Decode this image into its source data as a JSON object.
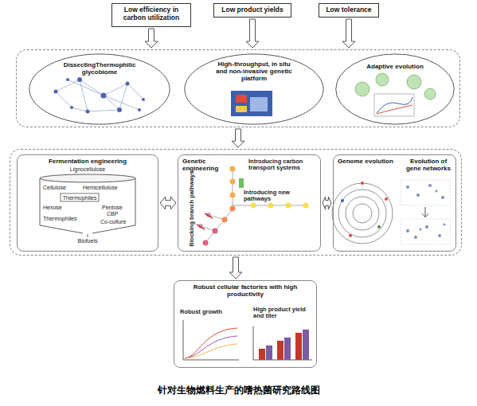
{
  "diagram": {
    "caption": "针对生物燃料生产的嗜热菌研究路线图",
    "nodes": [
      {
        "text": [
          "Low efficiency in carbon utilization"
        ]
      },
      {
        "text": [
          "Low product yields"
        ]
      },
      {
        "text": [
          "Low tolerance"
        ]
      },
      {
        "text": []
      },
      {
        "text": [
          "DissectingThermophilic glycobiome"
        ],
        "in": 3
      },
      {
        "text": [
          "High-throughput, in situ and non-invasive genetic platform"
        ],
        "in": 3
      },
      {
        "text": [
          "Adaptive evolution"
        ],
        "in": 3
      },
      {
        "text": []
      },
      {
        "text": [
          "Fermentation engineering"
        ],
        "in": 7
      },
      {
        "text": [
          "Genetic engineering"
        ],
        "in": 7
      },
      {
        "text": [
          "Genome evolution",
          "Evolution of gene networks"
        ],
        "in": 7
      },
      {
        "text": [
          "Robust cellular factories with high productivity"
        ]
      }
    ],
    "edges": [
      {
        "from": 0,
        "to": 3,
        "arrow": "to"
      },
      {
        "from": 1,
        "to": 3,
        "arrow": "to"
      },
      {
        "from": 2,
        "to": 3,
        "arrow": "to"
      },
      {
        "from": 3,
        "to": 7,
        "arrow": "to"
      },
      {
        "from": 8,
        "to": 9,
        "arrow": "both"
      },
      {
        "from": 9,
        "to": 10,
        "arrow": "both"
      },
      {
        "from": 7,
        "to": 11,
        "arrow": "to"
      }
    ],
    "labels": [
      "Lignocellulose",
      "Cellulose",
      "Hemicellulose",
      "Thermophiles",
      "Hexose",
      "Pentose",
      "Thermophiles",
      "CBP",
      "Co-culture",
      "Biofuels",
      "Introducing carbon transport systems",
      "Introducing new pathways",
      "Blocking branch pathways",
      "Robust growth",
      "High product yield and titer"
    ]
  }
}
